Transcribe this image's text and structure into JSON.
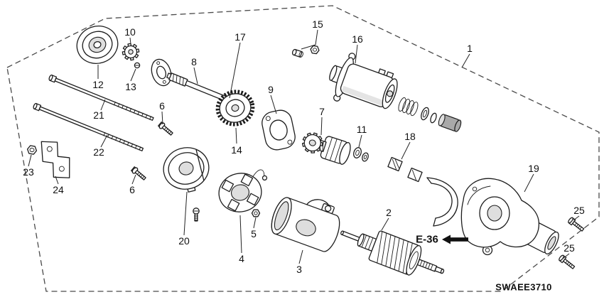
{
  "figure": {
    "code": "SWAEE3710",
    "reference_label": "E-36"
  },
  "callouts": [
    "1",
    "12",
    "10",
    "13",
    "8",
    "17",
    "14",
    "9",
    "15",
    "16",
    "7",
    "11",
    "18",
    "19",
    "25",
    "25",
    "2",
    "3",
    "4",
    "5",
    "20",
    "6",
    "6",
    "21",
    "22",
    "23",
    "24"
  ]
}
